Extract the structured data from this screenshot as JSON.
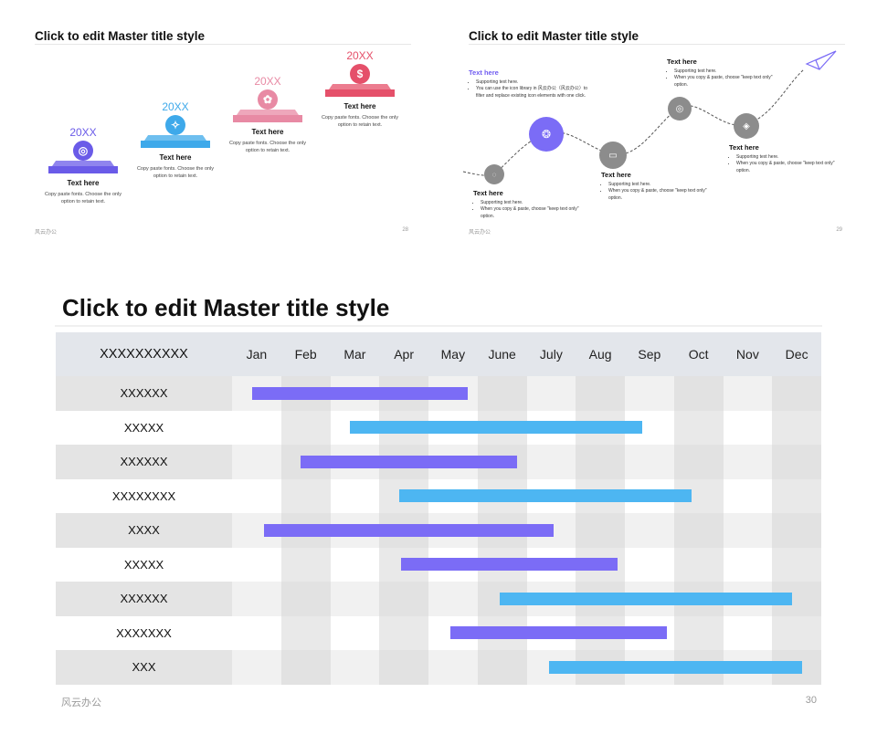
{
  "slide28": {
    "title": "Click to edit Master title style",
    "footer_brand": "风云办公",
    "page_number": "28",
    "steps": [
      {
        "year": "20XX",
        "icon": "target-icon",
        "color": "#6a5be8",
        "title": "Text here",
        "desc": "Copy paste fonts. Choose the only option to retain text."
      },
      {
        "year": "20XX",
        "icon": "compass-icon",
        "color": "#3ea9ea",
        "title": "Text here",
        "desc": "Copy paste fonts. Choose the only option to retain text."
      },
      {
        "year": "20XX",
        "icon": "flower-icon",
        "color": "#e88aa4",
        "title": "Text here",
        "desc": "Copy paste fonts. Choose the only option to retain text."
      },
      {
        "year": "20XX",
        "icon": "dollar-icon",
        "color": "#e5506a",
        "title": "Text here",
        "desc": "Copy paste fonts. Choose the only option to retain text."
      }
    ]
  },
  "slide29": {
    "title": "Click to edit Master title style",
    "footer_brand": "风云办公",
    "page_number": "29",
    "boxes": [
      {
        "title": "Text here",
        "bullets": [
          "Supporting text here.",
          "You can use the icon library in 风云办公（风云办公）to filter and replace existing icon elements with one click."
        ]
      },
      {
        "title": "Text here",
        "bullets": [
          "Supporting text here.",
          "When you copy & paste, choose \"keep text only\" option."
        ]
      },
      {
        "title": "Text here",
        "bullets": [
          "Supporting text here.",
          "When you copy & paste, choose \"keep text only\" option."
        ]
      },
      {
        "title": "Text here",
        "bullets": [
          "Supporting text here.",
          "When you copy & paste, choose \"keep text only\" option."
        ]
      },
      {
        "title": "Text here",
        "bullets": [
          "Supporting text here.",
          "When you copy & paste, choose \"keep text only\" option."
        ]
      }
    ],
    "accent": "#6f5bf0",
    "node_grey": "#8c8c8c"
  },
  "slide30": {
    "title": "Click to edit Master title style",
    "footer_brand": "风云办公",
    "page_number": "30",
    "header_label": "XXXXXXXXXX",
    "months": [
      "Jan",
      "Feb",
      "Mar",
      "Apr",
      "May",
      "June",
      "July",
      "Aug",
      "Sep",
      "Oct",
      "Nov",
      "Dec"
    ],
    "colors": {
      "purple": "#7b6cf6",
      "blue": "#4db6f2"
    },
    "rows": [
      {
        "label": "XXXXXX",
        "start": 0.4,
        "end": 4.8,
        "color": "purple"
      },
      {
        "label": "XXXXX",
        "start": 2.4,
        "end": 8.35,
        "color": "blue"
      },
      {
        "label": "XXXXXX",
        "start": 1.4,
        "end": 5.8,
        "color": "purple"
      },
      {
        "label": "XXXXXXXX",
        "start": 3.4,
        "end": 9.35,
        "color": "blue"
      },
      {
        "label": "XXXX",
        "start": 0.65,
        "end": 6.55,
        "color": "purple"
      },
      {
        "label": "XXXXX",
        "start": 3.45,
        "end": 7.85,
        "color": "purple"
      },
      {
        "label": "XXXXXX",
        "start": 5.45,
        "end": 11.4,
        "color": "blue"
      },
      {
        "label": "XXXXXXX",
        "start": 4.45,
        "end": 8.85,
        "color": "purple"
      },
      {
        "label": "XXX",
        "start": 6.45,
        "end": 11.6,
        "color": "blue"
      }
    ]
  }
}
